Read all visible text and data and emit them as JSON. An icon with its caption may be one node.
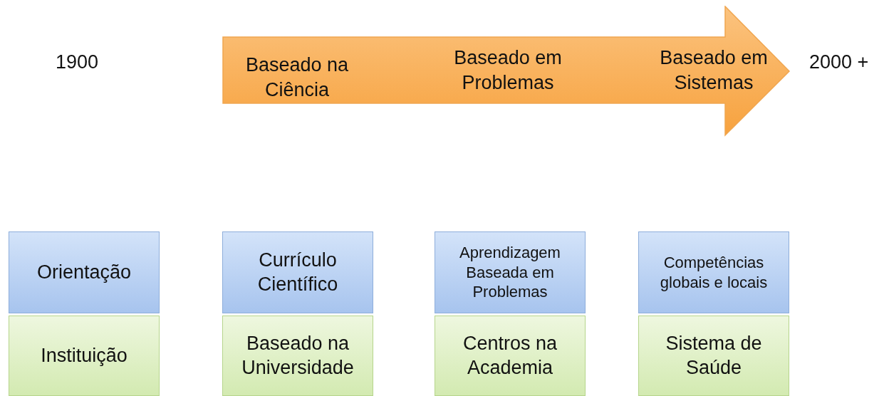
{
  "diagram": {
    "nodes": [
      {
        "text": [
          "Baseado na Ciência",
          "Baseado em Problemas",
          "Baseado em Sistemas"
        ]
      },
      {
        "text": [
          "Orientação"
        ]
      },
      {
        "text": [
          "Currículo Científico"
        ]
      },
      {
        "text": [
          "Aprendizagem Baseada em Problemas"
        ]
      },
      {
        "text": [
          "Competências globais e locais"
        ]
      },
      {
        "text": [
          "Instituição"
        ]
      },
      {
        "text": [
          "Baseado na Universidade"
        ]
      },
      {
        "text": [
          "Centros na Academia"
        ]
      },
      {
        "text": [
          "Sistema de Saúde"
        ]
      }
    ],
    "edges": [],
    "labels": [
      "1900",
      "2000 +"
    ]
  }
}
